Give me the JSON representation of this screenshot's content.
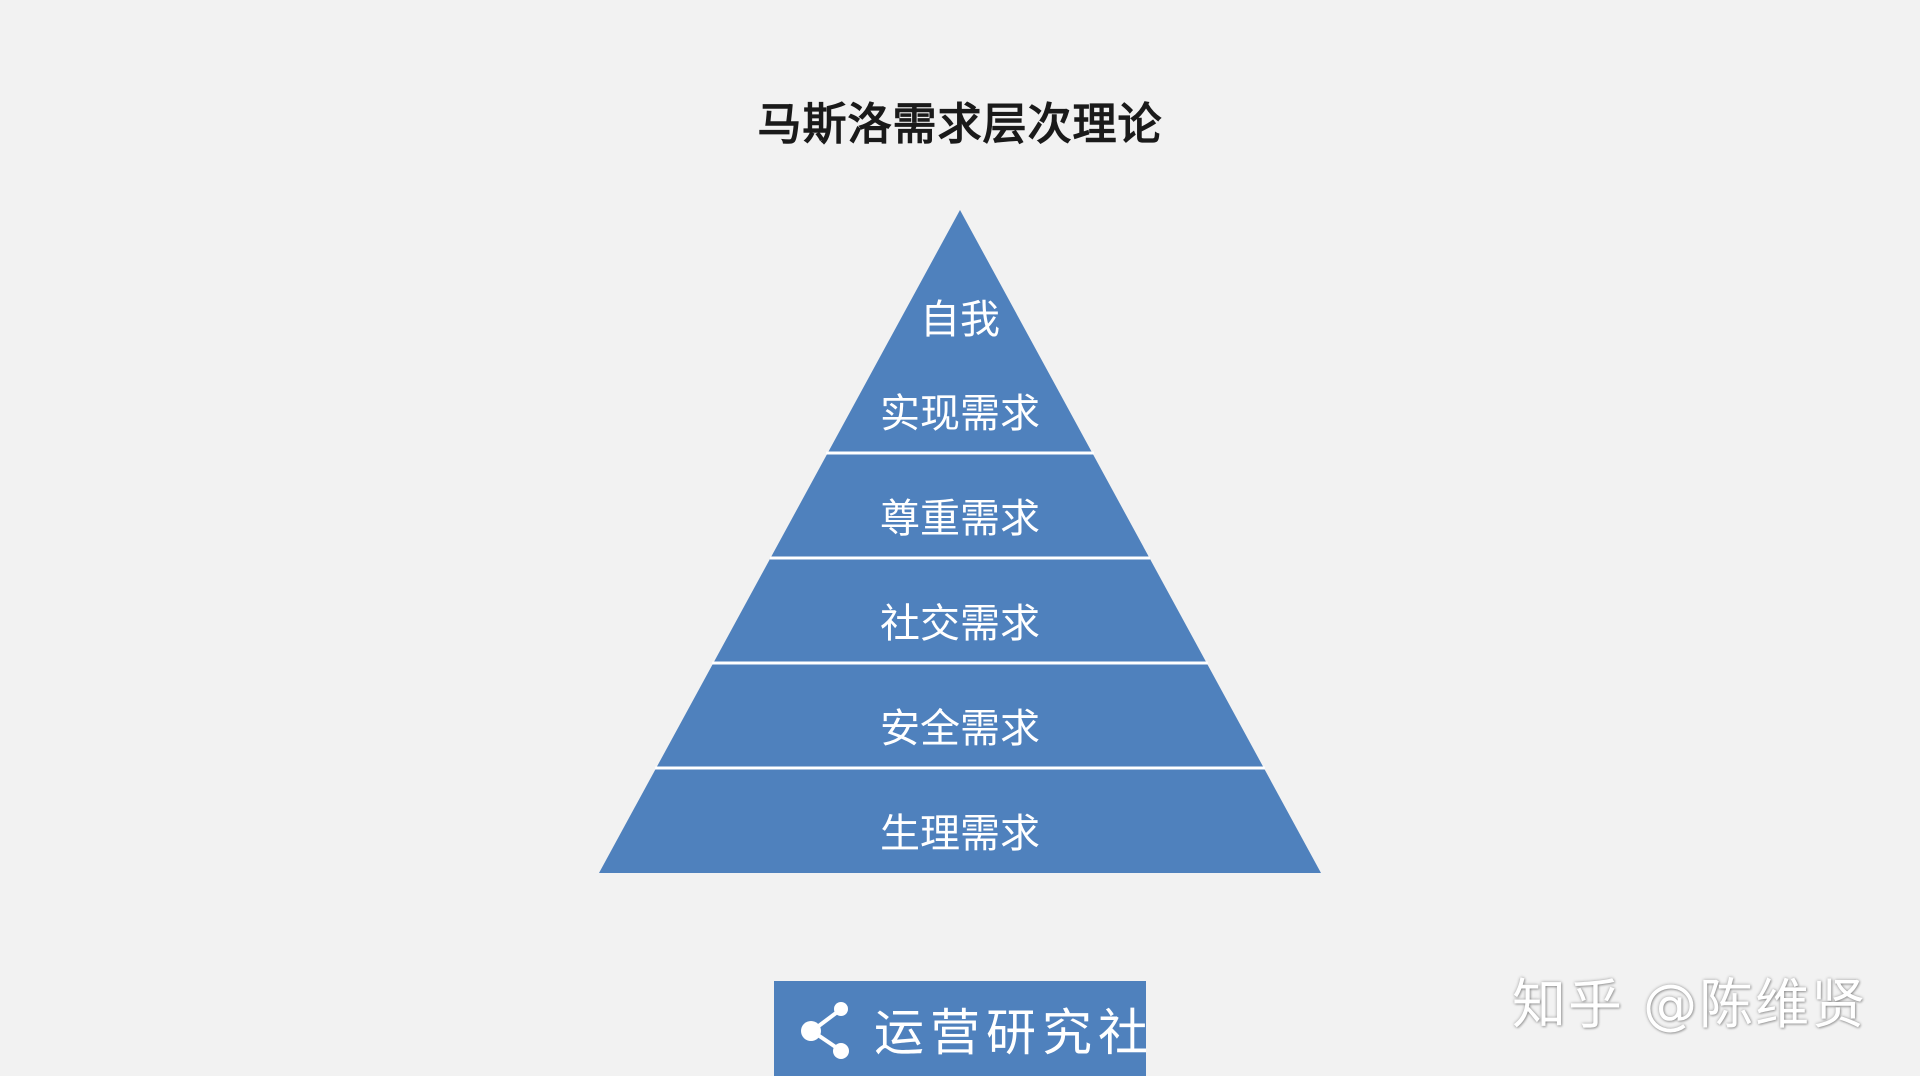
{
  "title": "马斯洛需求层次理论",
  "colors": {
    "background": "#f2f2f2",
    "pyramid_fill": "#4f81bd",
    "divider": "#ffffff",
    "text": "#ffffff"
  },
  "pyramid": {
    "levels": [
      {
        "lines": [
          "自我",
          "实现需求"
        ]
      },
      {
        "lines": [
          "尊重需求"
        ]
      },
      {
        "lines": [
          "社交需求"
        ]
      },
      {
        "lines": [
          "安全需求"
        ]
      },
      {
        "lines": [
          "生理需求"
        ]
      }
    ]
  },
  "logo": {
    "icon": "share-icon",
    "text": "运营研究社"
  },
  "watermark": "知乎 @陈维贤"
}
